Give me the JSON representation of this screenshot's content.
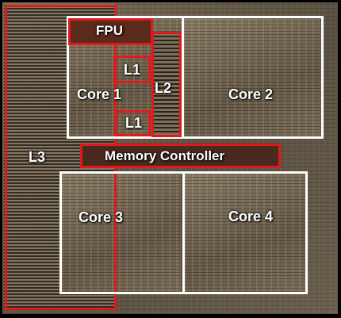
{
  "blocks": {
    "fpu": "FPU",
    "l1_top": "L1",
    "l1_bottom": "L1",
    "l2": "L2",
    "core1": "Core 1",
    "core2": "Core 2",
    "core3": "Core 3",
    "core4": "Core 4",
    "l3": "L3",
    "memory_controller": "Memory Controller"
  },
  "colors": {
    "core_outline": "#ffffff",
    "unit_outline": "#e0191b",
    "label_text": "#ffffff"
  }
}
